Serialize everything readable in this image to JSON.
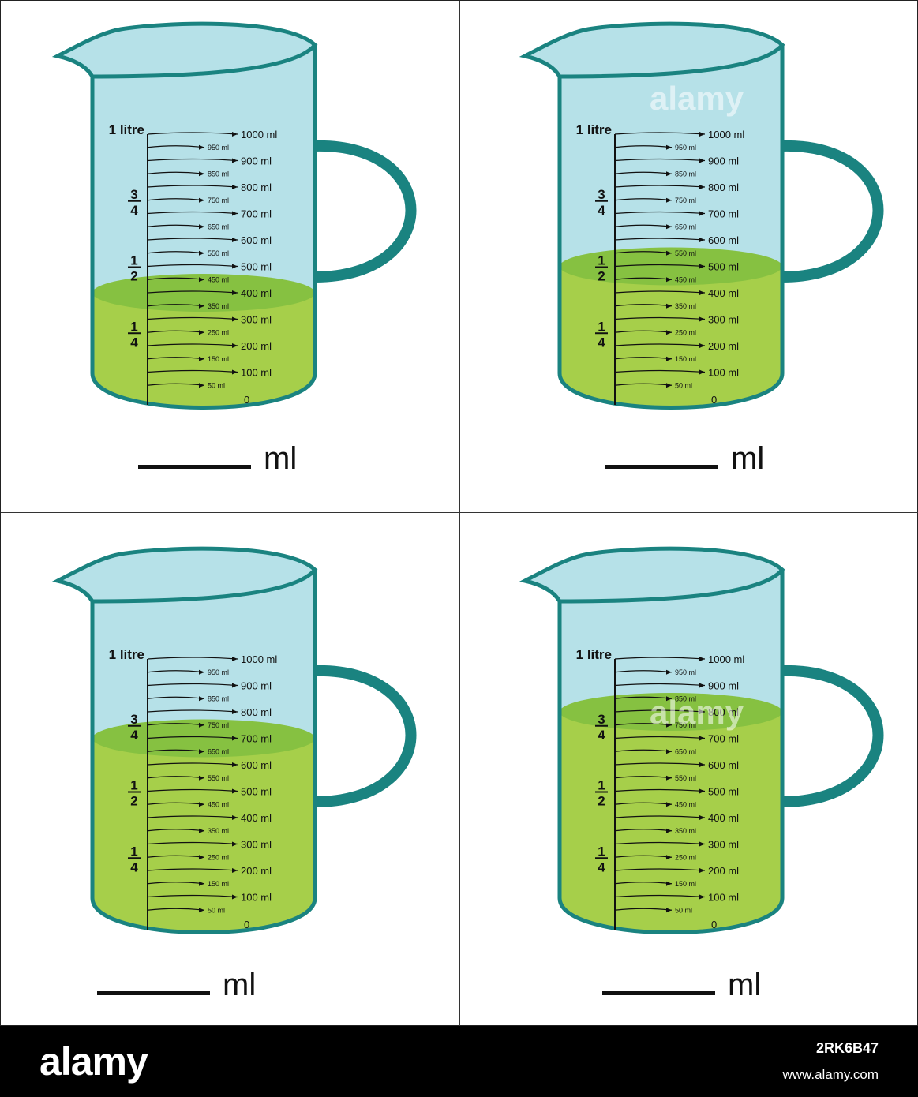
{
  "colors": {
    "glass": "#b6e1e8",
    "outline": "#1a8380",
    "liquid": "#a6cf4a",
    "liquid_surface": "#86c141",
    "scale": "#111111"
  },
  "scale": {
    "top_label": "1 litre",
    "fractions": [
      {
        "num": "3",
        "den": "4",
        "value": 750
      },
      {
        "num": "1",
        "den": "2",
        "value": 500
      },
      {
        "num": "1",
        "den": "4",
        "value": 250
      }
    ],
    "marks": [
      {
        "value": 1000,
        "label": "1000 ml"
      },
      {
        "value": 950,
        "label": "950 ml"
      },
      {
        "value": 900,
        "label": "900 ml"
      },
      {
        "value": 850,
        "label": "850 ml"
      },
      {
        "value": 800,
        "label": "800 ml"
      },
      {
        "value": 750,
        "label": "750 ml"
      },
      {
        "value": 700,
        "label": "700 ml"
      },
      {
        "value": 650,
        "label": "650 ml"
      },
      {
        "value": 600,
        "label": "600 ml"
      },
      {
        "value": 550,
        "label": "550 ml"
      },
      {
        "value": 500,
        "label": "500 ml"
      },
      {
        "value": 450,
        "label": "450 ml"
      },
      {
        "value": 400,
        "label": "400 ml"
      },
      {
        "value": 350,
        "label": "350 ml"
      },
      {
        "value": 300,
        "label": "300 ml"
      },
      {
        "value": 250,
        "label": "250 ml"
      },
      {
        "value": 200,
        "label": "200 ml"
      },
      {
        "value": 150,
        "label": "150 ml"
      },
      {
        "value": 100,
        "label": "100 ml"
      },
      {
        "value": 50,
        "label": "50 ml"
      }
    ],
    "zero_label": "0"
  },
  "panels": [
    {
      "id": "top-left",
      "fill_ml": 400,
      "answer_unit": "ml"
    },
    {
      "id": "top-right",
      "fill_ml": 500,
      "answer_unit": "ml"
    },
    {
      "id": "bottom-left",
      "fill_ml": 700,
      "answer_unit": "ml"
    },
    {
      "id": "bottom-right",
      "fill_ml": 800,
      "answer_unit": "ml"
    }
  ],
  "footer": {
    "logo": "alamy",
    "image_id": "2RK6B47",
    "site": "www.alamy.com"
  },
  "watermark": "alamy"
}
